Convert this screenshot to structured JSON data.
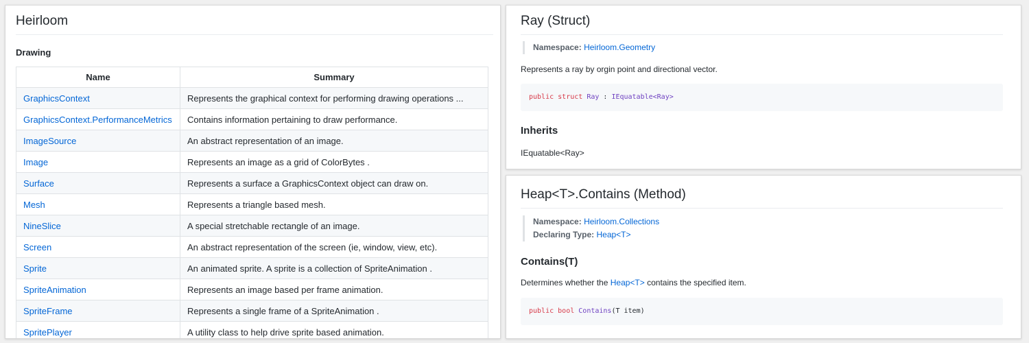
{
  "left": {
    "title": "Heirloom",
    "section": "Drawing",
    "table": {
      "headers": [
        "Name",
        "Summary"
      ],
      "rows": [
        [
          "GraphicsContext",
          "Represents the graphical context for performing drawing operations ..."
        ],
        [
          "GraphicsContext.PerformanceMetrics",
          "Contains information pertaining to draw performance."
        ],
        [
          "ImageSource",
          "An abstract representation of an image."
        ],
        [
          "Image",
          "Represents an image as a grid of ColorBytes ."
        ],
        [
          "Surface",
          "Represents a surface a GraphicsContext object can draw on."
        ],
        [
          "Mesh",
          "Represents a triangle based mesh."
        ],
        [
          "NineSlice",
          "A special stretchable rectangle of an image."
        ],
        [
          "Screen",
          "An abstract representation of the screen (ie, window, view, etc)."
        ],
        [
          "Sprite",
          "An animated sprite. A sprite is a collection of SpriteAnimation ."
        ],
        [
          "SpriteAnimation",
          "Represents an image based per frame animation."
        ],
        [
          "SpriteFrame",
          "Represents a single frame of a SpriteAnimation ."
        ],
        [
          "SpritePlayer",
          "A utility class to help drive sprite based animation."
        ]
      ]
    }
  },
  "ray": {
    "title": "Ray (Struct)",
    "namespace_label": "Namespace:",
    "namespace_value": "Heirloom.Geometry",
    "description": "Represents a ray by orgin point and directional vector.",
    "code": {
      "kw1": "public",
      "kw2": "struct",
      "name": "Ray",
      "colon": " : ",
      "iface": "IEquatable<Ray>"
    },
    "inherits_heading": "Inherits",
    "inherits_value": "IEquatable<Ray>"
  },
  "heap": {
    "title": "Heap<T>.Contains (Method)",
    "namespace_label": "Namespace:",
    "namespace_value": "Heirloom.Collections",
    "declaring_label": "Declaring Type:",
    "declaring_value": "Heap<T>",
    "method_heading": "Contains(T)",
    "desc_before": "Determines whether the ",
    "desc_link": "Heap<T>",
    "desc_after": " contains the specified item.",
    "code": {
      "kw1": "public",
      "kw2": "bool",
      "name": "Contains",
      "args": "(T item)"
    }
  },
  "colors": {
    "link": "#0366d6",
    "keyword": "#d73a49",
    "type": "#6f42c1",
    "code_bg": "#f6f8fa"
  }
}
